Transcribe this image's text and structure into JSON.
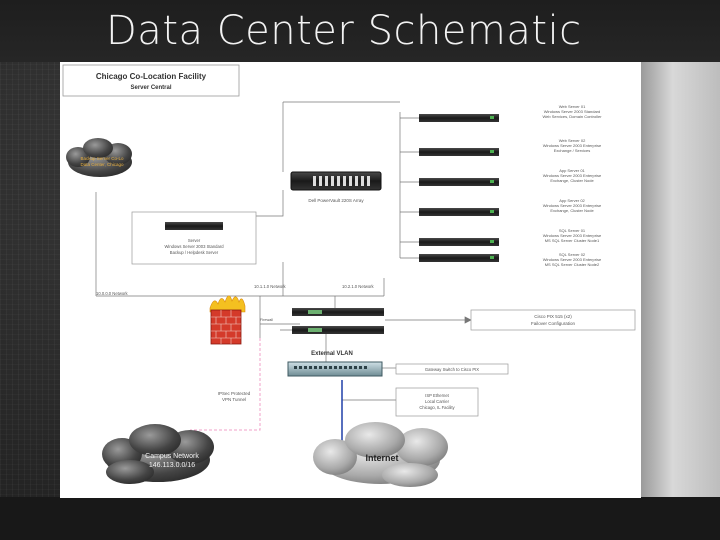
{
  "slide": {
    "title": "Data Center Schematic"
  },
  "diagram": {
    "header_title": "Chicago Co-Location Facility",
    "header_subtitle": "Server Central",
    "backup_cloud": {
      "line1": "Backup Server Co-Lo",
      "line2": "Data Center, Chicago"
    },
    "storage_array_label": "Dell PowerVault 220S Array",
    "domain_server": {
      "line1": "Server",
      "line2": "Windows Server 2003 Standard",
      "line3": "Backup / Helpdesk Server"
    },
    "servers": [
      {
        "line1": "Web Server 01",
        "line2": "Windows Server 2003 Standard",
        "line3": "Web Services, Domain Controller"
      },
      {
        "line1": "Web Server 02",
        "line2": "Windows Server 2003 Enterprise",
        "line3": "Exchange / Services"
      },
      {
        "line1": "App Server 01",
        "line2": "Windows Server 2003 Enterprise",
        "line3": "Exchange, Cluster Node"
      },
      {
        "line1": "App Server 02",
        "line2": "Windows Server 2003 Enterprise",
        "line3": "Exchange, Cluster Node"
      },
      {
        "line1": "SQL Server 01",
        "line2": "Windows Server 2003 Enterprise",
        "line3": "MS SQL Server Cluster Node1"
      },
      {
        "line1": "SQL Server 02",
        "line2": "Windows Server 2003 Enterprise",
        "line3": "MS SQL Server Cluster Node2"
      }
    ],
    "network_labels": {
      "left_network": "10.0.0.0 Network",
      "mid_network": "10.1.1.0 Network",
      "right_network": "10.2.1.0 Network"
    },
    "firewall_label": "Firewall",
    "checkpoint_box": {
      "line1": "Cisco PIX 515 (x2)",
      "line2": "Failover Configuration"
    },
    "external_vlan": "External VLAN",
    "gateway_label": "Gateway Switch to Cisco PIX",
    "isp_box": {
      "line1": "ISP Ethernet",
      "line2": "Local Carrier",
      "line3": "Chicago, IL Facility"
    },
    "vpn_label": {
      "line1": "IPSec Protected",
      "line2": "VPN Tunnel"
    },
    "campus_cloud": {
      "line1": "Campus Network",
      "line2": "146.113.0.0/16"
    },
    "internet_cloud": "Internet"
  },
  "colors": {
    "vpn_line": "#f0a0c8",
    "internet_line": "#1f3fa8",
    "firewall_red": "#d43a2a",
    "flame": "#f4c020"
  }
}
